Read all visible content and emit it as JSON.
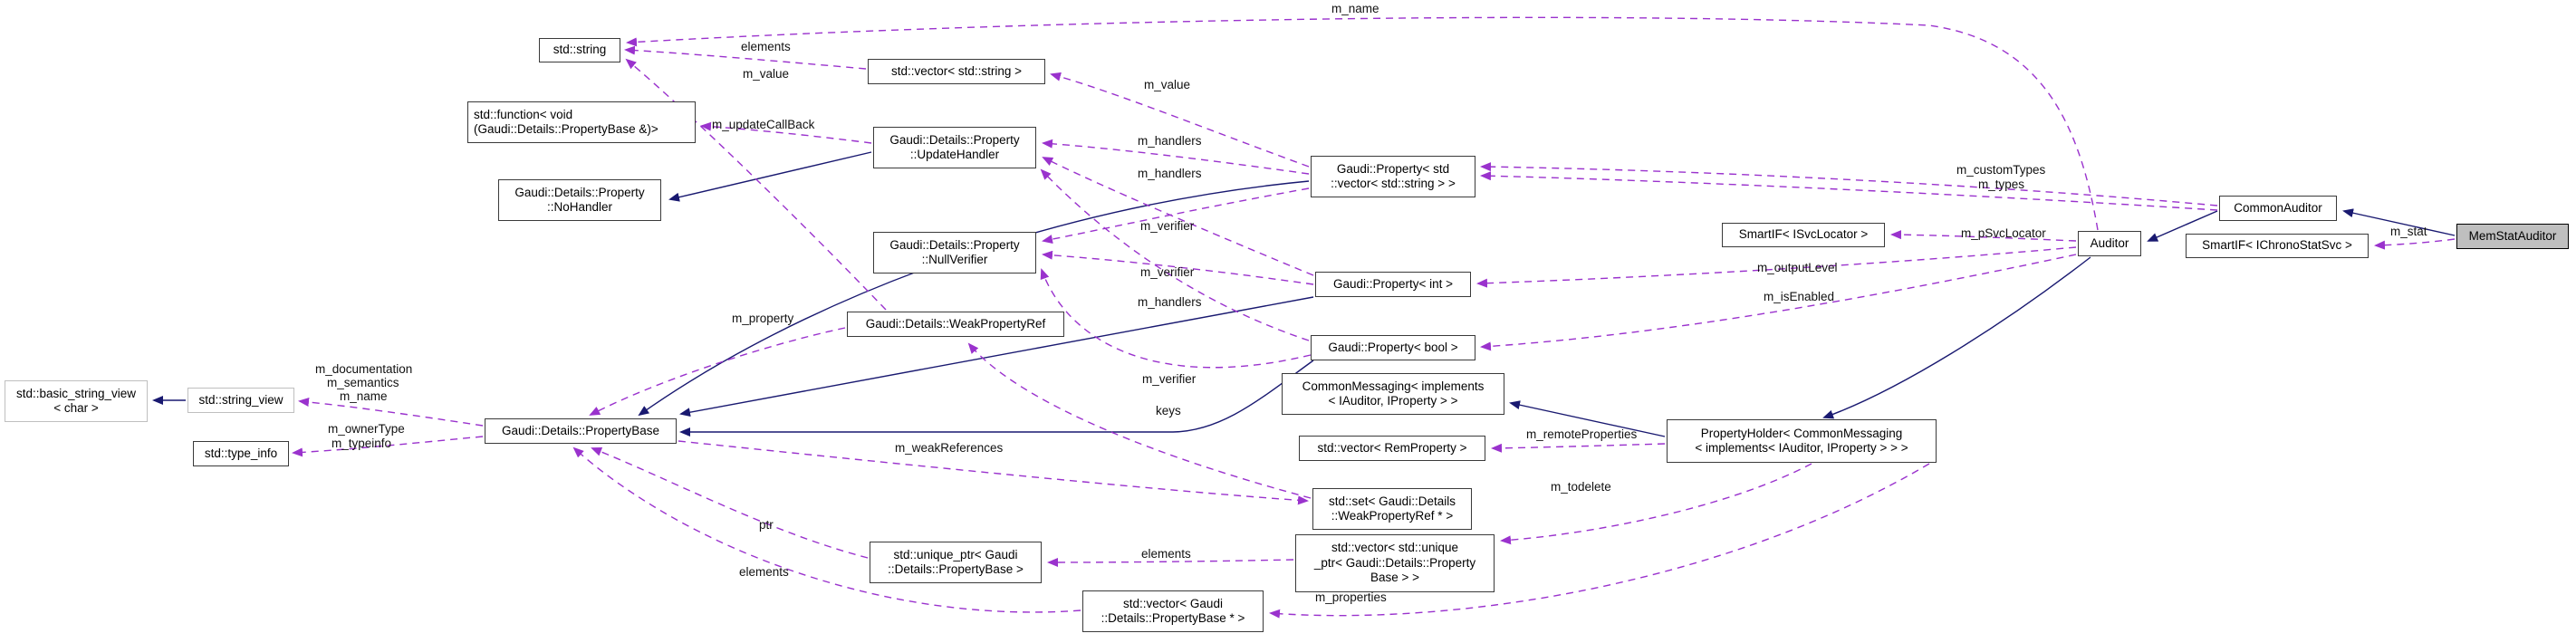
{
  "diagram_type": "doxygen-collaboration-graph",
  "nodes": {
    "string": {
      "label": "std::string"
    },
    "vector_string": {
      "label": "std::vector< std::string >"
    },
    "function": {
      "label": "std::function< void\n(Gaudi::Details::PropertyBase &)>"
    },
    "update_handler": {
      "label": "Gaudi::Details::Property\n::UpdateHandler"
    },
    "no_handler": {
      "label": "Gaudi::Details::Property\n::NoHandler"
    },
    "null_verifier": {
      "label": "Gaudi::Details::Property\n::NullVerifier"
    },
    "weak_property_ref": {
      "label": "Gaudi::Details::WeakPropertyRef"
    },
    "property_base": {
      "label": "Gaudi::Details::PropertyBase"
    },
    "basic_string_view": {
      "label": "std::basic_string_view\n< char >"
    },
    "string_view": {
      "label": "std::string_view"
    },
    "type_info": {
      "label": "std::type_info"
    },
    "property_vec_string": {
      "label": "Gaudi::Property< std\n::vector< std::string > >"
    },
    "property_int": {
      "label": "Gaudi::Property< int >"
    },
    "property_bool": {
      "label": "Gaudi::Property< bool >"
    },
    "common_messaging": {
      "label": "CommonMessaging< implements\n< IAuditor, IProperty > >"
    },
    "vector_rem_property": {
      "label": "std::vector< RemProperty >"
    },
    "property_holder": {
      "label": "PropertyHolder< CommonMessaging\n< implements< IAuditor, IProperty > > >"
    },
    "set_weak": {
      "label": "std::set< Gaudi::Details\n::WeakPropertyRef * >"
    },
    "unique_ptr": {
      "label": "std::unique_ptr< Gaudi\n::Details::PropertyBase >"
    },
    "vector_unique_ptr": {
      "label": "std::vector< std::unique\n_ptr< Gaudi::Details::Property\nBase > >"
    },
    "vector_pb_ptr": {
      "label": "std::vector< Gaudi\n::Details::PropertyBase * >"
    },
    "smartif_svc": {
      "label": "SmartIF< ISvcLocator >"
    },
    "auditor": {
      "label": "Auditor"
    },
    "common_auditor": {
      "label": "CommonAuditor"
    },
    "smartif_chrono": {
      "label": "SmartIF< IChronoStatSvc >"
    },
    "mem_stat_auditor": {
      "label": "MemStatAuditor"
    }
  },
  "labels": [
    "m_name",
    "elements",
    "m_value",
    "m_value",
    "m_updateCallBack",
    "m_handlers",
    "m_handlers",
    "m_verifier",
    "m_verifier",
    "m_handlers",
    "m_verifier",
    "keys",
    "m_property",
    "m_documentation",
    "m_semantics",
    "m_name",
    "m_ownerType",
    "m_typeinfo",
    "m_weakReferences",
    "m_remoteProperties",
    "m_todelete",
    "m_customTypes",
    "m_types",
    "m_pSvcLocator",
    "m_outputLevel",
    "m_isEnabled",
    "m_stat",
    "m_properties",
    "ptr",
    "elements",
    "elements"
  ],
  "colors": {
    "inheritance_edge": "#191970",
    "usage_edge": "#9a32cd",
    "node_border": "#3a3a3a",
    "external_node_border": "#bfbfbf",
    "current_node_fill": "#bfbfbf"
  }
}
